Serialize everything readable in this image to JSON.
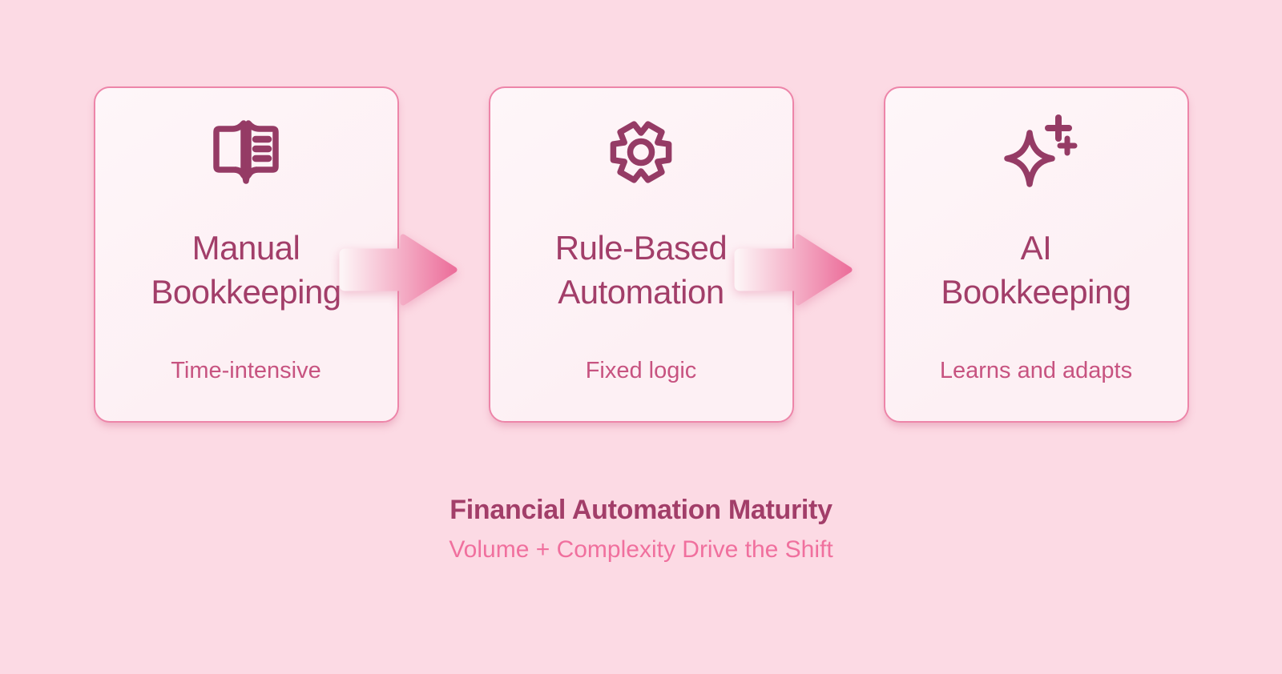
{
  "colors": {
    "page_bg": "#fcdae4",
    "card_bg": "#fdf0f4",
    "card_border": "#ed85a9",
    "icon": "#953b65",
    "title": "#a23e69",
    "subtitle": "#c75380",
    "caption_title": "#a23e69",
    "caption_subtitle": "#f0709e",
    "arrow_start": "#fdf4f6",
    "arrow_end": "#ec6f9b"
  },
  "cards": [
    {
      "icon": "book-open-icon",
      "title": "Manual\nBookkeeping",
      "subtitle": "Time-intensive"
    },
    {
      "icon": "gear-icon",
      "title": "Rule-Based\nAutomation",
      "subtitle": "Fixed logic"
    },
    {
      "icon": "sparkles-icon",
      "title": "AI\nBookkeeping",
      "subtitle": "Learns and adapts"
    }
  ],
  "arrows": [
    "arrow-right-icon",
    "arrow-right-icon"
  ],
  "caption": {
    "title": "Financial Automation Maturity",
    "subtitle": "Volume + Complexity Drive the Shift"
  }
}
